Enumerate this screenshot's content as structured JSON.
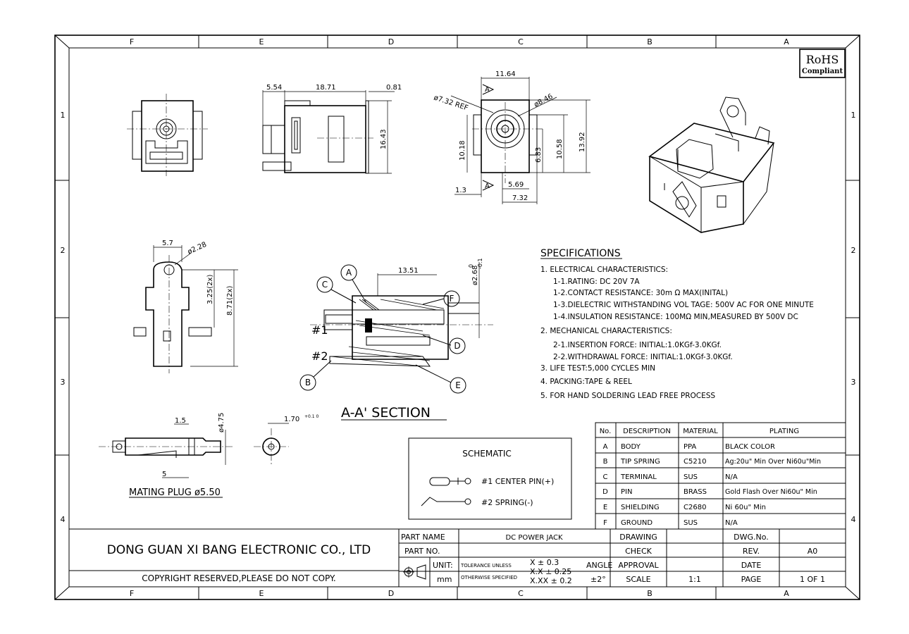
{
  "border": {
    "top_zones": [
      "F",
      "E",
      "D",
      "C",
      "B",
      "A"
    ],
    "bottom_zones": [
      "F",
      "E",
      "D",
      "C",
      "B",
      "A"
    ],
    "left_rows": [
      "1",
      "2",
      "3",
      "4"
    ],
    "right_rows": [
      "1",
      "2",
      "3",
      "4"
    ]
  },
  "rohs": {
    "line1": "RoHS",
    "line2": "Compliant"
  },
  "dims": {
    "side_5_54": "5.54",
    "side_18_71": "18.71",
    "side_0_81": "0.81",
    "side_16_43": "16.43",
    "top_11_64": "11.64",
    "top_732ref": "ø7.32 REF",
    "top_846": "ø8.46",
    "top_10_18": "10.18",
    "top_6_83": "6.83",
    "top_10_58": "10.58",
    "top_13_92": "13.92",
    "top_1_3": "1.3",
    "top_5_69": "5.69",
    "top_7_32": "7.32",
    "top_A1": "A",
    "top_A2": "A",
    "pin_5_7": "5.7",
    "pin_228": "ø2.28",
    "pin_3_25": "3.25(2x)",
    "pin_8_71": "8.71(2x)",
    "sec_13_51": "13.51",
    "sec_268": "ø2.68",
    "sec_268_tol_up": "0",
    "sec_268_tol_dn": "-0.1",
    "plug_1_5": "1.5",
    "plug_475": "ø4.75",
    "plug_5": "5",
    "plug_170": "1.70",
    "plug_170_tol": "+0.1 0"
  },
  "section": {
    "title": "A-A' SECTION",
    "callouts": [
      "A",
      "B",
      "C",
      "D",
      "E",
      "F"
    ],
    "pin1": "#1",
    "pin2": "#2"
  },
  "mating_plug": "MATING PLUG ø5.50",
  "specifications": {
    "title": "SPECIFICATIONS",
    "lines": [
      "1. ELECTRICAL CHARACTERISTICS:",
      "1-1.RATING: DC 20V 7A",
      "1-2.CONTACT RESISTANCE: 30m Ω MAX(INITAL)",
      "1-3.DIELECTRIC WITHSTANDING VOL TAGE: 500V AC FOR ONE MINUTE",
      "1-4.INSULATION RESISTANCE: 100MΩ MIN,MEASURED BY 500V DC",
      "2. MECHANICAL CHARACTERISTICS:",
      "2-1.INSERTION FORCE: INITIAL:1.0KGf-3.0KGf.",
      "2-2.WITHDRAWAL FORCE: INITIAL:1.0KGf-3.0KGf.",
      "3. LIFE TEST:5,000 CYCLES MIN",
      "4. PACKING:TAPE & REEL",
      "5. FOR HAND SOLDERING LEAD FREE PROCESS"
    ]
  },
  "schematic": {
    "title": "SCHEMATIC",
    "pin1": "#1  CENTER PIN(+)",
    "pin2": "#2  SPRING(-)"
  },
  "bom": {
    "headers": [
      "No.",
      "DESCRIPTION",
      "MATERIAL",
      "PLATING"
    ],
    "rows": [
      [
        "A",
        "BODY",
        "PPA",
        "BLACK COLOR"
      ],
      [
        "B",
        "TIP SPRING",
        "C5210",
        "Ag:20u\" Min Over Ni60u\"Min"
      ],
      [
        "C",
        "TERMINAL",
        "SUS",
        "N/A"
      ],
      [
        "D",
        "PIN",
        "BRASS",
        "Gold Flash Over Ni60u\" Min"
      ],
      [
        "E",
        "SHIELDING",
        "C2680",
        "Ni 60u\" Min"
      ],
      [
        "F",
        "GROUND",
        "SUS",
        "N/A"
      ]
    ]
  },
  "title_block": {
    "company": "DONG GUAN XI BANG ELECTRONIC CO., LTD",
    "copyright": "COPYRIGHT RESERVED,PLEASE DO NOT COPY.",
    "part_name_label": "PART NAME",
    "part_name": "DC POWER JACK",
    "part_no_label": "PART NO.",
    "part_no": "",
    "unit_label": "UNIT:",
    "unit": "mm",
    "tol_label1": "TOLERANCE UNLESS",
    "tol_label2": "OTHERWISE SPECIFIED",
    "tol1": "X ± 0.3",
    "tol2": "X.X ± 0.25",
    "tol3": "X.XX ± 0.2",
    "angle_label": "ANGLE",
    "angle": "±2°",
    "drawing_label": "DRAWING",
    "check_label": "CHECK",
    "approval_label": "APPROVAL",
    "scale_label": "SCALE",
    "scale": "1:1",
    "dwg_no_label": "DWG.No.",
    "rev_label": "REV.",
    "rev": "A0",
    "date_label": "DATE",
    "page_label": "PAGE",
    "page": "1 OF 1"
  }
}
